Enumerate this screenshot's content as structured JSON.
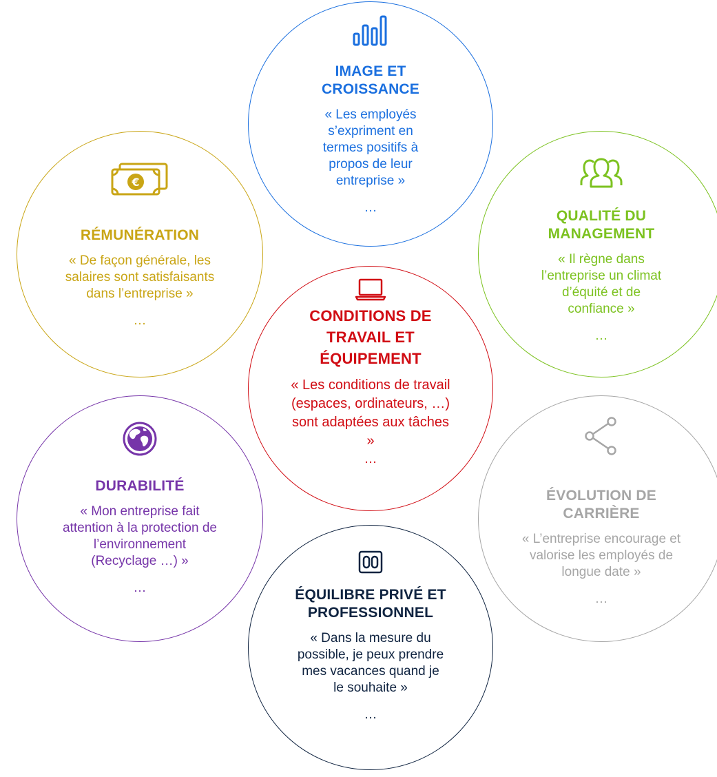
{
  "circles": {
    "image": {
      "icon": "bar-chart-icon",
      "color": "#1a6fdf",
      "title": "IMAGE ET CROISSANCE",
      "quote": "« Les employés s’expriment en termes positifs à propos de leur entreprise »",
      "ellipsis": "…"
    },
    "remuneration": {
      "icon": "euro-banknote-icon",
      "color": "#c9a515",
      "title": "RÉMUNÉRATION",
      "quote": "« De façon générale, les salaires sont satisfaisants dans l’entreprise »",
      "ellipsis": "…"
    },
    "management": {
      "icon": "people-group-icon",
      "color": "#7cc220",
      "title": "QUALITÉ DU MANAGEMENT",
      "quote": "« Il règne dans l’entreprise un climat d’équité et de confiance »",
      "ellipsis": "…"
    },
    "conditions": {
      "icon": "laptop-icon",
      "color": "#d10d14",
      "title": "CONDITIONS DE TRAVAIL ET ÉQUIPEMENT",
      "quote": "« Les conditions de travail (espaces, ordinateurs, …) sont adaptées aux tâches »",
      "ellipsis": "…"
    },
    "durabilite": {
      "icon": "globe-icon",
      "color": "#7635a9",
      "title": "DURABILITÉ",
      "quote": "« Mon entreprise fait attention à la protection de l’environnement (Recyclage …) »",
      "ellipsis": "…"
    },
    "evolution": {
      "icon": "share-network-icon",
      "color": "#a6a6a6",
      "title": "ÉVOLUTION DE CARRIÈRE",
      "quote": "« L’entreprise encourage et valorise les employés de longue date »",
      "ellipsis": "…"
    },
    "equilibre": {
      "icon": "balance-toggle-icon",
      "color": "#0f2340",
      "title": "ÉQUILIBRE PRIVÉ ET PROFESSIONNEL",
      "quote": "« Dans la mesure du possible, je peux prendre mes vacances quand je le souhaite »",
      "ellipsis": "…"
    }
  }
}
